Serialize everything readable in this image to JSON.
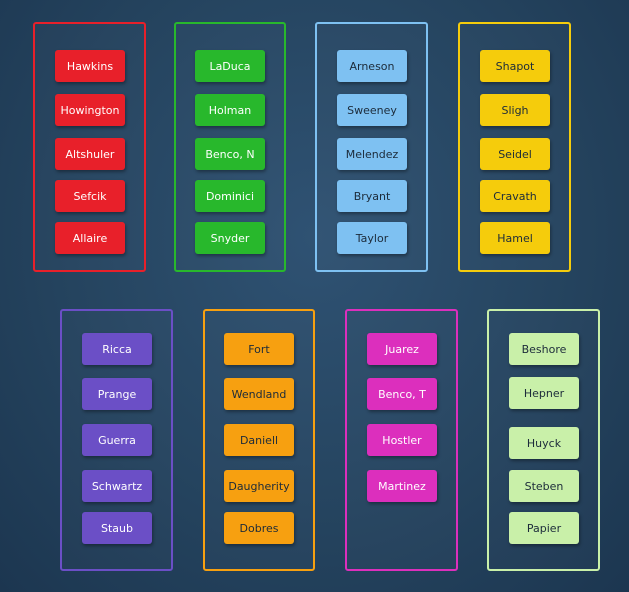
{
  "groups": [
    {
      "color": "#e8202a",
      "text_color": "#ffffff",
      "items": [
        "Hawkins",
        "Howington",
        "Altshuler",
        "Sefcik",
        "Allaire"
      ]
    },
    {
      "color": "#28b82c",
      "text_color": "#ffffff",
      "items": [
        "LaDuca",
        "Holman",
        "Benco, N",
        "Dominici",
        "Snyder"
      ]
    },
    {
      "color": "#7ec1f2",
      "text_color": "#1c2b3a",
      "items": [
        "Arneson",
        "Sweeney",
        "Melendez",
        "Bryant",
        "Taylor"
      ]
    },
    {
      "color": "#f5cc0c",
      "text_color": "#1c2b3a",
      "items": [
        "Shapot",
        "Sligh",
        "Seidel",
        "Cravath",
        "Hamel"
      ]
    },
    {
      "color": "#6b4fc6",
      "text_color": "#ffffff",
      "items": [
        "Ricca",
        "Prange",
        "Guerra",
        "Schwartz",
        "Staub"
      ]
    },
    {
      "color": "#f7a010",
      "text_color": "#1c2b3a",
      "items": [
        "Fort",
        "Wendland",
        "Daniell",
        "Daugherity",
        "Dobres"
      ]
    },
    {
      "color": "#dc2fbd",
      "text_color": "#ffffff",
      "items": [
        "Juarez",
        "Benco, T",
        "Hostler",
        "Martinez"
      ]
    },
    {
      "color": "#c9f0a9",
      "text_color": "#1c2b3a",
      "items": [
        "Beshore",
        "Hepner",
        "Huyck",
        "Steben",
        "Papier"
      ]
    }
  ]
}
